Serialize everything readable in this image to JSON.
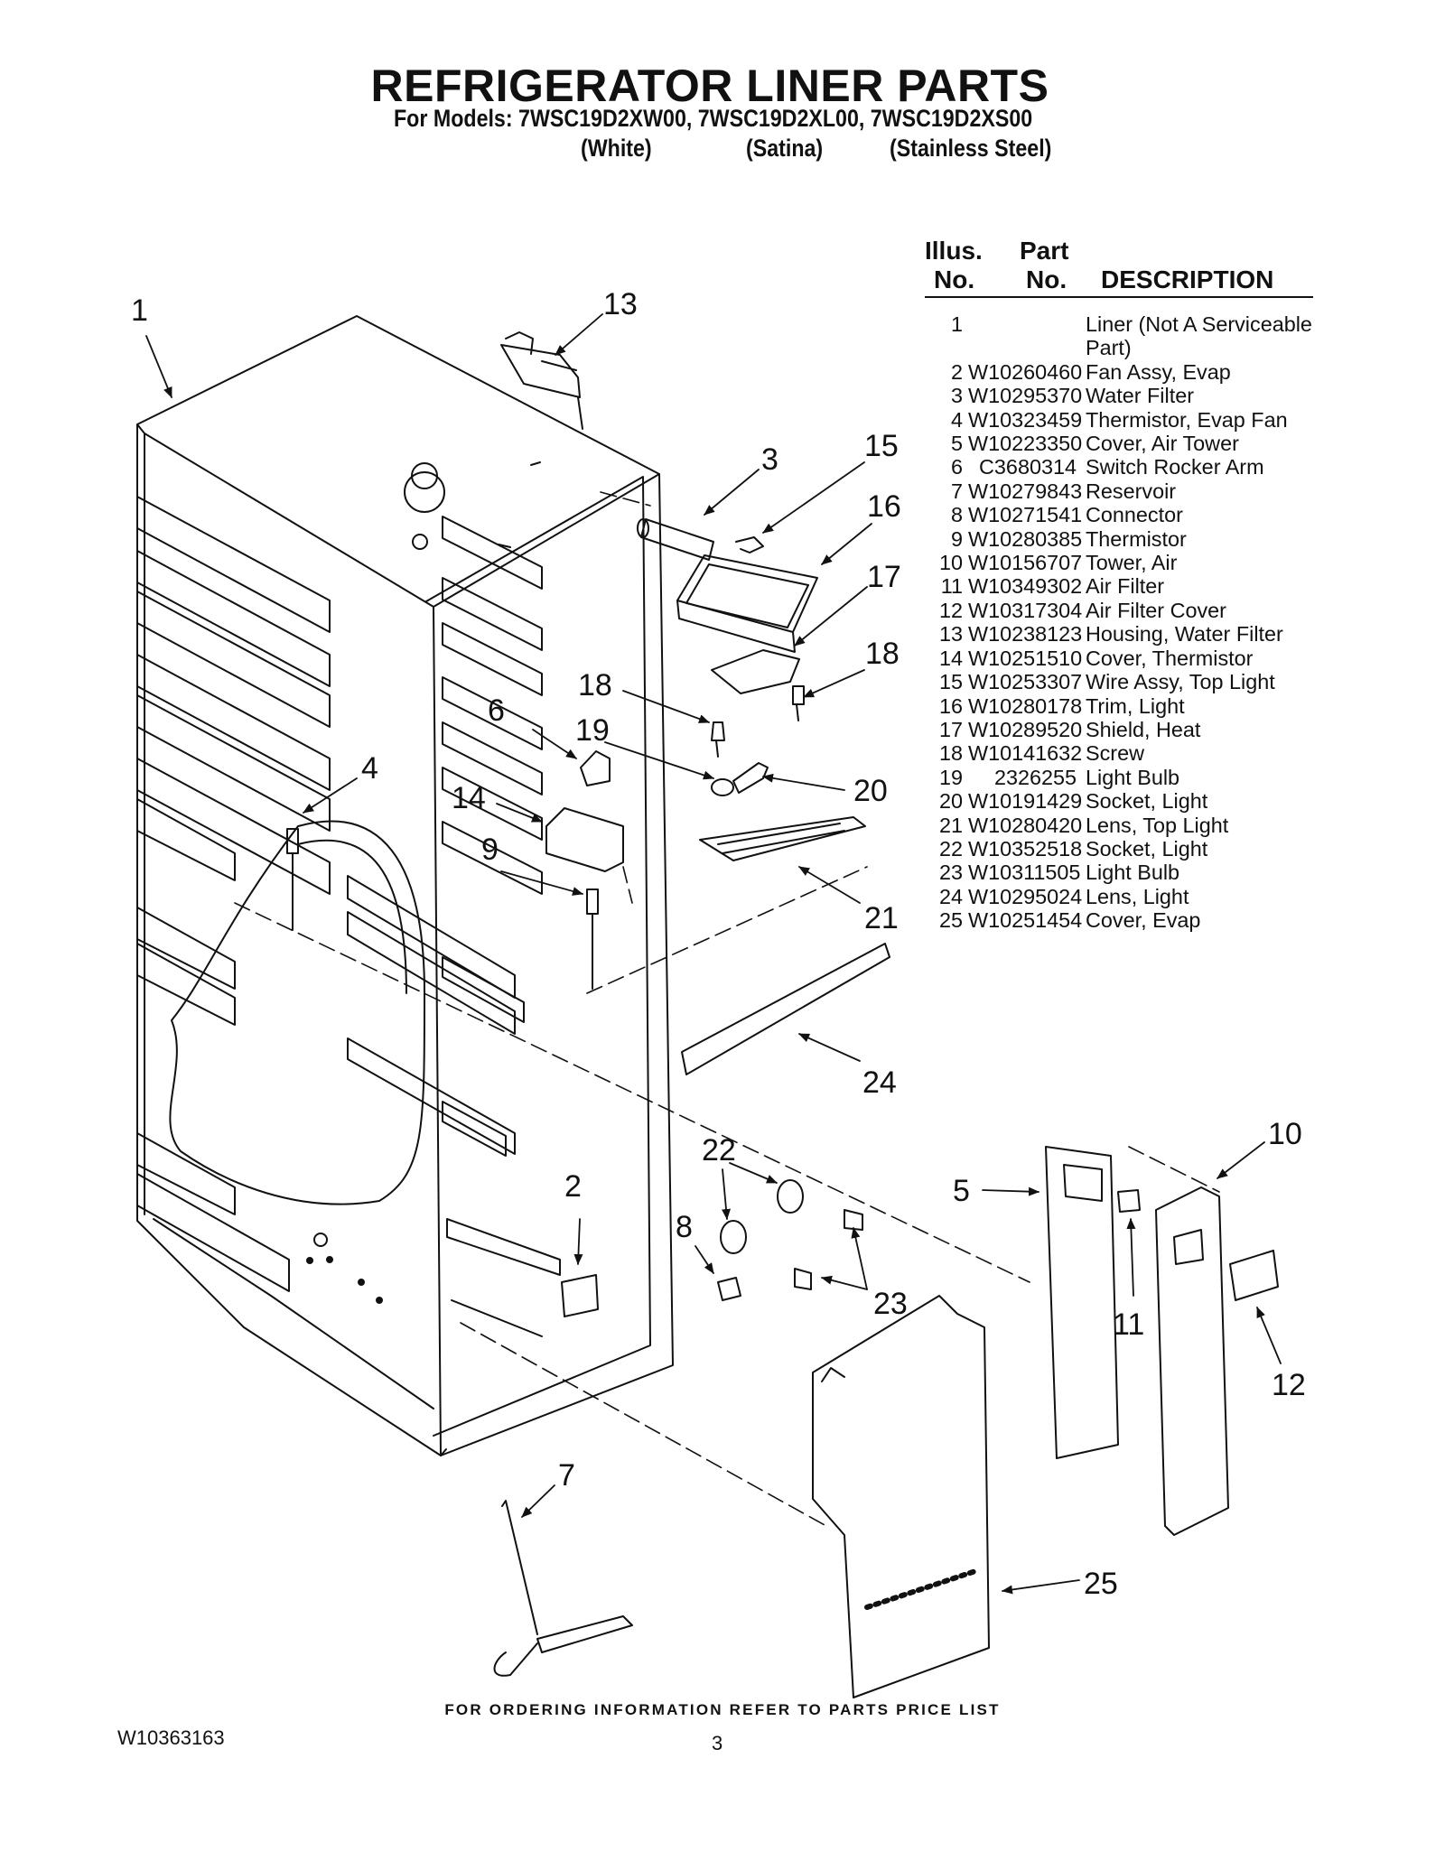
{
  "header": {
    "title": "REFRIGERATOR LINER PARTS",
    "models_line": "For Models: 7WSC19D2XW00, 7WSC19D2XL00, 7WSC19D2XS00",
    "finishes": [
      "(White)",
      "(Satina)",
      "(Stainless Steel)"
    ]
  },
  "table": {
    "header": {
      "illus_top": "Illus.",
      "illus_bottom": "No.",
      "part_top": "Part",
      "part_bottom": "No.",
      "description": "DESCRIPTION"
    },
    "rows": [
      {
        "no": "1",
        "part": "",
        "desc": "Liner (Not A Serviceable Part)"
      },
      {
        "no": "2",
        "part": "W10260460",
        "desc": "Fan Assy, Evap"
      },
      {
        "no": "3",
        "part": "W10295370",
        "desc": "Water Filter"
      },
      {
        "no": "4",
        "part": "W10323459",
        "desc": "Thermistor, Evap Fan"
      },
      {
        "no": "5",
        "part": "W10223350",
        "desc": "Cover, Air Tower"
      },
      {
        "no": "6",
        "part": "C3680314",
        "desc": "Switch Rocker Arm"
      },
      {
        "no": "7",
        "part": "W10279843",
        "desc": "Reservoir"
      },
      {
        "no": "8",
        "part": "W10271541",
        "desc": "Connector"
      },
      {
        "no": "9",
        "part": "W10280385",
        "desc": "Thermistor"
      },
      {
        "no": "10",
        "part": "W10156707",
        "desc": "Tower, Air"
      },
      {
        "no": "11",
        "part": "W10349302",
        "desc": "Air Filter"
      },
      {
        "no": "12",
        "part": "W10317304",
        "desc": "Air Filter Cover"
      },
      {
        "no": "13",
        "part": "W10238123",
        "desc": "Housing, Water Filter"
      },
      {
        "no": "14",
        "part": "W10251510",
        "desc": "Cover, Thermistor"
      },
      {
        "no": "15",
        "part": "W10253307",
        "desc": "Wire Assy, Top Light"
      },
      {
        "no": "16",
        "part": "W10280178",
        "desc": "Trim, Light"
      },
      {
        "no": "17",
        "part": "W10289520",
        "desc": "Shield, Heat"
      },
      {
        "no": "18",
        "part": "W10141632",
        "desc": "Screw"
      },
      {
        "no": "19",
        "part": "2326255",
        "desc": "Light Bulb"
      },
      {
        "no": "20",
        "part": "W10191429",
        "desc": "Socket, Light"
      },
      {
        "no": "21",
        "part": "W10280420",
        "desc": "Lens, Top Light"
      },
      {
        "no": "22",
        "part": "W10352518",
        "desc": "Socket, Light"
      },
      {
        "no": "23",
        "part": "W10311505",
        "desc": "Light Bulb"
      },
      {
        "no": "24",
        "part": "W10295024",
        "desc": "Lens, Light"
      },
      {
        "no": "25",
        "part": "W10251454",
        "desc": "Cover, Evap"
      }
    ]
  },
  "callouts": [
    "1",
    "2",
    "3",
    "4",
    "5",
    "6",
    "7",
    "8",
    "9",
    "10",
    "11",
    "12",
    "13",
    "14",
    "15",
    "16",
    "17",
    "18",
    "18",
    "19",
    "20",
    "21",
    "22",
    "23",
    "24",
    "25"
  ],
  "footer": {
    "ordering_note": "FOR ORDERING INFORMATION REFER TO PARTS PRICE LIST",
    "doc_number": "W10363163",
    "page_number": "3"
  }
}
